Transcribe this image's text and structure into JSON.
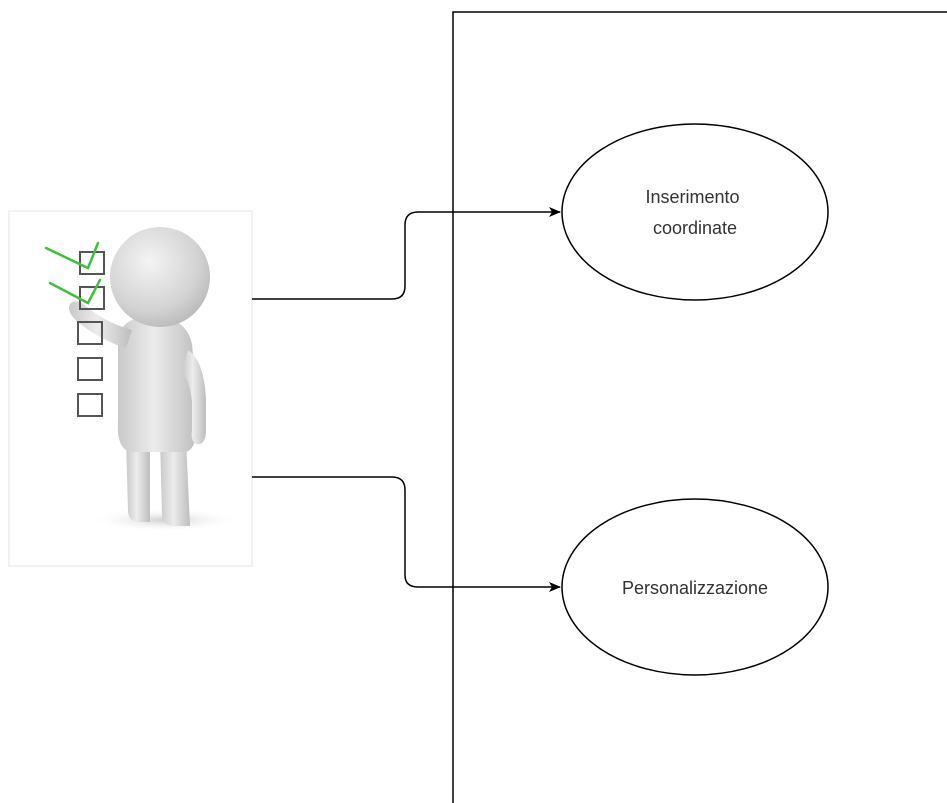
{
  "use_cases": [
    {
      "lines": [
        "Inserimento",
        "coordinate"
      ]
    },
    {
      "lines": [
        "Personalizzazione"
      ]
    }
  ],
  "actor": {
    "icon": "person-with-checklist-icon",
    "checkboxes": [
      {
        "checked": true
      },
      {
        "checked": true
      },
      {
        "checked": false
      },
      {
        "checked": false
      },
      {
        "checked": false
      }
    ]
  },
  "colors": {
    "line": "#000000",
    "check": "#3fbf3f",
    "figure": "#d6d6d6",
    "text": "#333333"
  }
}
